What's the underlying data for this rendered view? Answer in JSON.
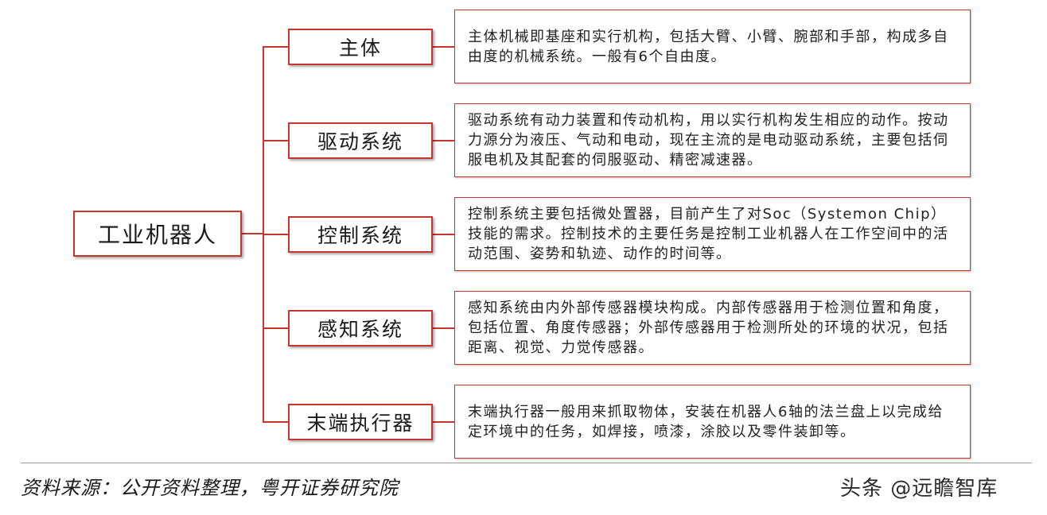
{
  "root": {
    "label": "工业机器人"
  },
  "nodes": [
    {
      "label": "主体",
      "description": "主体机械即基座和实行机构，包括大臂、小臂、腕部和手部，构成多自由度的机械系统。一般有6个自由度。"
    },
    {
      "label": "驱动系统",
      "description": "驱动系统有动力装置和传动机构，用以实行机构发生相应的动作。按动力源分为液压、气动和电动，现在主流的是电动驱动系统，主要包括伺服电机及其配套的伺服驱动、精密减速器。"
    },
    {
      "label": "控制系统",
      "description": "控制系统主要包括微处置器，目前产生了对Soc（Systemon Chip）技能的需求。控制技术的主要任务是控制工业机器人在工作空间中的活动范围、姿势和轨迹、动作的时间等。"
    },
    {
      "label": "感知系统",
      "description": "感知系统由内外部传感器模块构成。内部传感器用于检测位置和角度，包括位置、角度传感器；外部传感器用于检测所处的环境的状况，包括距离、视觉、力觉传感器。"
    },
    {
      "label": "末端执行器",
      "description": "末端执行器一般用来抓取物体，安装在机器人6轴的法兰盘上以完成给定环境中的任务，如焊接，喷漆，涂胶以及零件装卸等。"
    }
  ],
  "footer": {
    "source": "资料来源：公开资料整理，粤开证券研究院",
    "watermark": "头条 @远瞻智库"
  },
  "colors": {
    "accent": "#c8352c",
    "text": "#1a1a1a",
    "rule": "#9a9a9a"
  }
}
